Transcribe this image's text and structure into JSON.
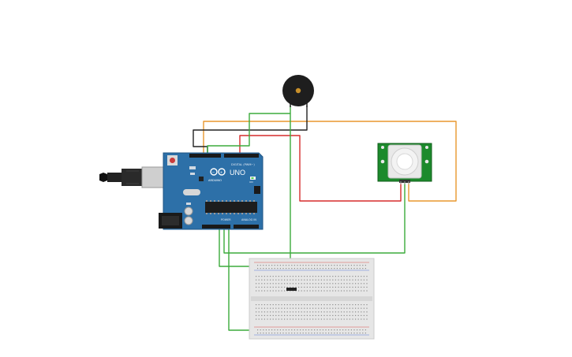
{
  "arduino": {
    "brand": "UNO",
    "maker": "ARDUINO",
    "header_digital": "DIGITAL (PWM~)",
    "header_power": "POWER",
    "header_analog": "ANALOG IN",
    "led_label": "ON"
  },
  "colors": {
    "board": "#2d70a8",
    "board_dark": "#1f5584",
    "wire_green": "#3bab3b",
    "wire_orange": "#e8972e",
    "wire_red": "#d62b2b",
    "wire_black": "#222222",
    "sensor_pcb": "#1c8a2c",
    "buzzer": "#1e1e1e",
    "breadboard": "#e6e6e6"
  },
  "icons": {
    "buzzer": "piezo-buzzer-icon",
    "sensor": "pir-motion-sensor-icon",
    "usb": "usb-connector-icon",
    "reset": "reset-button-icon"
  }
}
